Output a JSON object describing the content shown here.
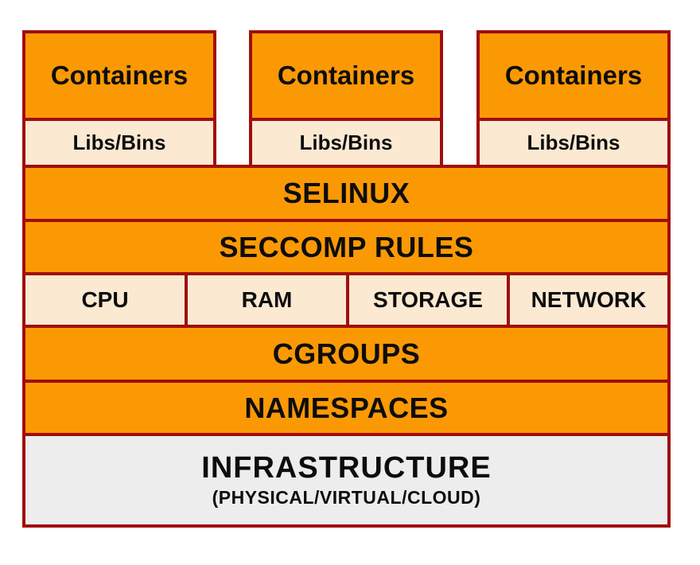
{
  "colors": {
    "orange": "#FB9905",
    "cream": "#FBE9D2",
    "gray": "#EDEDED",
    "border_red": "#A00E0E",
    "text": "#0D0D0D"
  },
  "containers": [
    {
      "title": "Containers",
      "sub": "Libs/Bins"
    },
    {
      "title": "Containers",
      "sub": "Libs/Bins"
    },
    {
      "title": "Containers",
      "sub": "Libs/Bins"
    }
  ],
  "layers": {
    "selinux": "SELINUX",
    "seccomp": "SECCOMP RULES",
    "resources": [
      "CPU",
      "RAM",
      "STORAGE",
      "NETWORK"
    ],
    "cgroups": "CGROUPS",
    "namespaces": "NAMESPACES",
    "infrastructure": {
      "title": "INFRASTRUCTURE",
      "subtitle": "(PHYSICAL/VIRTUAL/CLOUD)"
    }
  }
}
